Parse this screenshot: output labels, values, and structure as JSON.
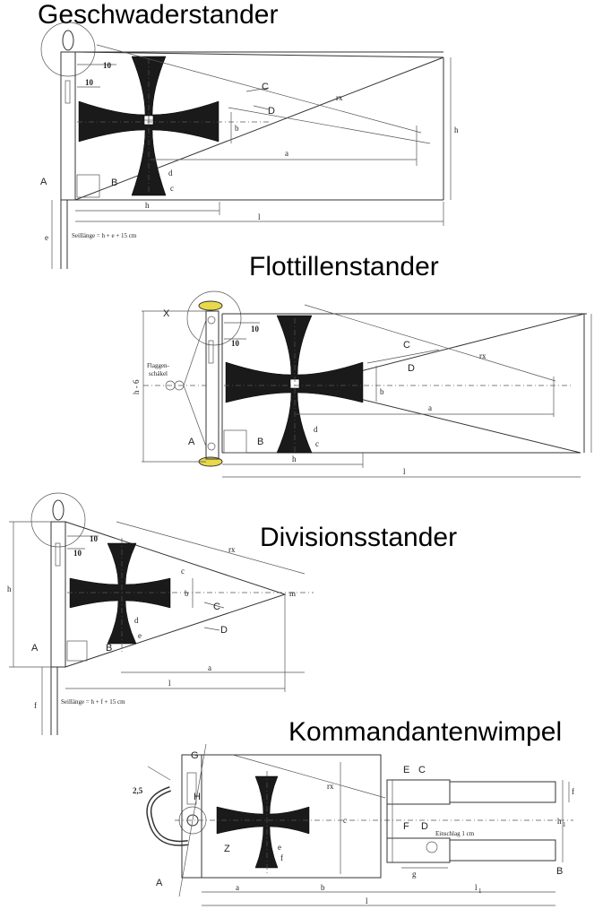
{
  "headings": {
    "geschwader": "Geschwaderstander",
    "flottillen": "Flottillenstander",
    "divisions": "Divisionsstander",
    "kommandanten": "Kommandantenwimpel"
  },
  "notes": {
    "seil_geschwader": "Seillänge = h + e + 15 cm",
    "seil_divisions": "Seillänge = h + f + 15 cm",
    "flaggenschaekel": "Flaggen-",
    "flaggenschaekel2": "schäkel",
    "einschlag": "Einschlag 1 cm"
  },
  "labels": {
    "ten": "10",
    "a": "a",
    "b": "b",
    "c": "c",
    "d": "d",
    "e": "e",
    "f": "f",
    "g": "g",
    "h": "h",
    "l": "l",
    "l1": "l",
    "l1sub": "1",
    "h1sub": "1",
    "rx": "rx",
    "A": "A",
    "B": "B",
    "C": "C",
    "D": "D",
    "E": "E",
    "F": "F",
    "G": "G",
    "H": "H",
    "Z": "Z",
    "X": "X",
    "h6": "h - 6",
    "two_five": "2,5",
    "m": "m"
  },
  "colors": {
    "line": "#333333",
    "cross": "#1a1a1a",
    "toggle": "#e8d84a"
  }
}
